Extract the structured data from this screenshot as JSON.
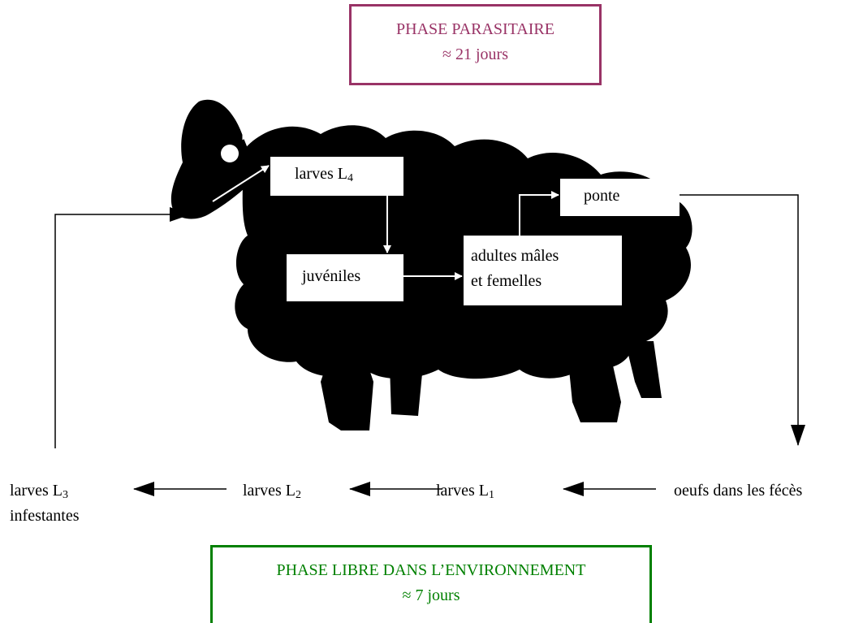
{
  "parasitic_phase": {
    "title": "PHASE PARASITAIRE",
    "duration": "≈ 21 jours"
  },
  "free_phase": {
    "title": "PHASE LIBRE DANS L’ENVIRONNEMENT",
    "duration": "≈ 7 jours"
  },
  "parasitic_stages": {
    "l4": {
      "text": "larves L",
      "sub": "4"
    },
    "juveniles": "juvéniles",
    "adults_line1": "adultes mâles",
    "adults_line2": "et femelles",
    "ponte": "ponte"
  },
  "free_stages": {
    "l3_text": "larves L",
    "l3_sub": "3",
    "l3_line2": "infestantes",
    "l2_text": "larves L",
    "l2_sub": "2",
    "l1_text": "larves L",
    "l1_sub": "1",
    "eggs": "oeufs dans les fécès"
  },
  "colors": {
    "parasitic": "#993366",
    "free": "#008000",
    "sheep": "#000000"
  }
}
